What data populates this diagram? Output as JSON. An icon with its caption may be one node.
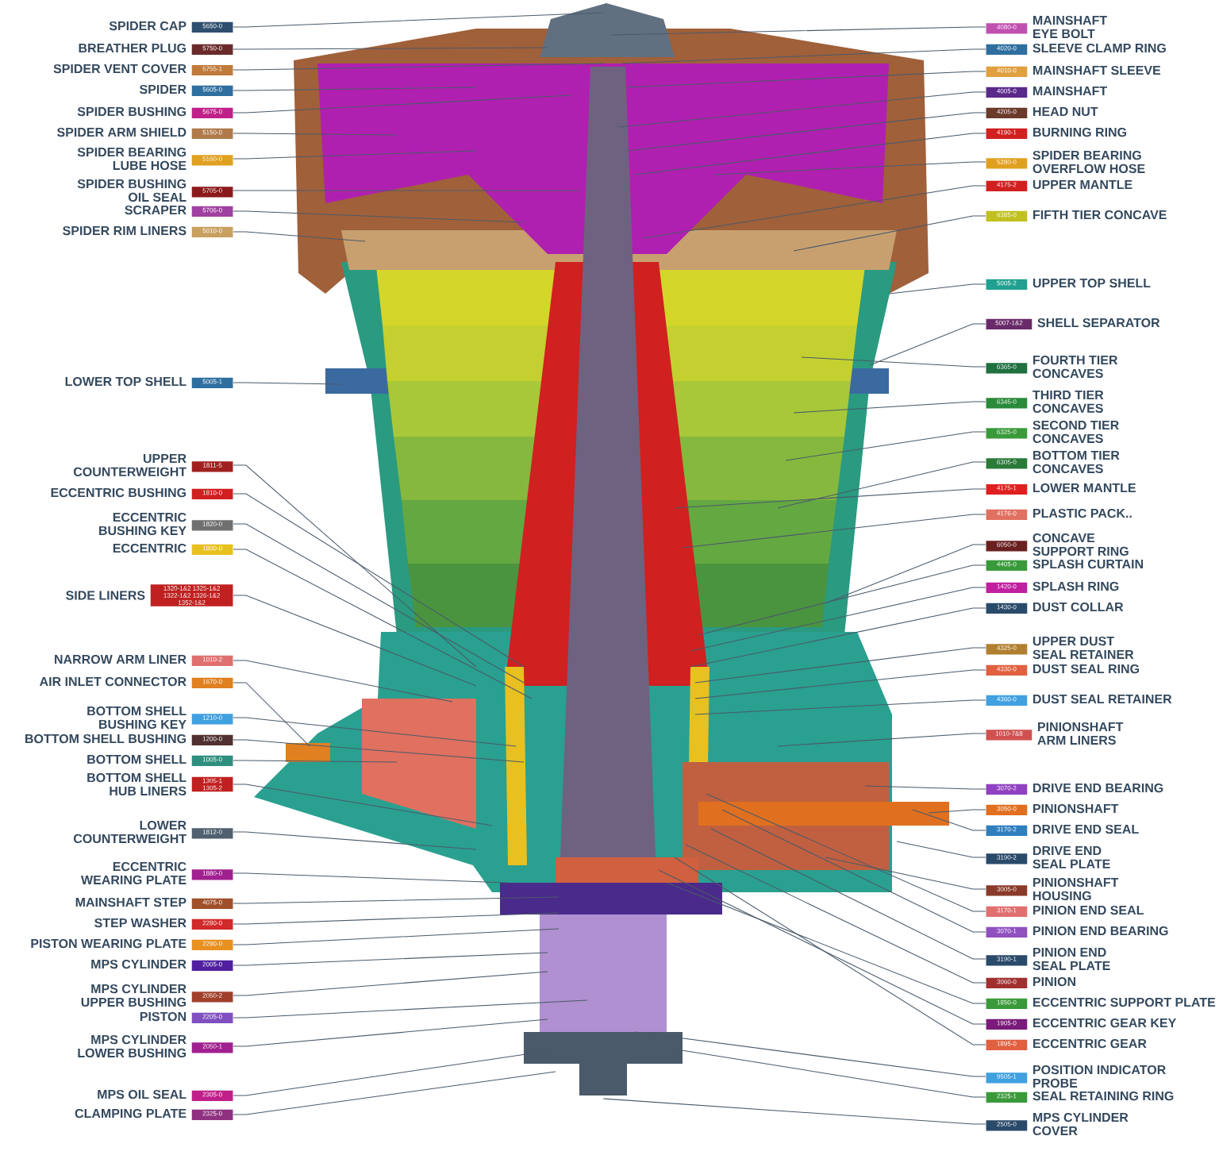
{
  "diagram": {
    "nodes": [
      {
        "text": [
          "SPIDER CAP",
          "5650-0"
        ]
      },
      {
        "text": [
          "BREATHER PLUG",
          "5750-0"
        ]
      },
      {
        "text": [
          "SPIDER VENT COVER",
          "5755-1"
        ]
      },
      {
        "text": [
          "SPIDER",
          "5605-0"
        ]
      },
      {
        "text": [
          "SPIDER BUSHING",
          "5675-0"
        ]
      },
      {
        "text": [
          "SPIDER ARM SHIELD",
          "5150-0"
        ]
      },
      {
        "text": [
          "SPIDER BEARING LUBE HOSE",
          "5160-0"
        ]
      },
      {
        "text": [
          "SPIDER BUSHING OIL SEAL",
          "5705-0"
        ]
      },
      {
        "text": [
          "SCRAPER",
          "5706-0"
        ]
      },
      {
        "text": [
          "SPIDER RIM LINERS",
          "5010-0"
        ]
      },
      {
        "text": [
          "LOWER TOP SHELL",
          "5005-1"
        ]
      },
      {
        "text": [
          "UPPER COUNTERWEIGHT",
          "1811-5"
        ]
      },
      {
        "text": [
          "ECCENTRIC BUSHING",
          "1810-0"
        ]
      },
      {
        "text": [
          "ECCENTRIC BUSHING KEY",
          "1820-0"
        ]
      },
      {
        "text": [
          "ECCENTRIC",
          "1800-0"
        ]
      },
      {
        "text": [
          "SIDE LINERS",
          "1320-1&2 1325-1&2 1322-1&2 1326-1&2 1352-1&2"
        ]
      },
      {
        "text": [
          "NARROW ARM LINER",
          "1010-2"
        ]
      },
      {
        "text": [
          "AIR INLET CONNECTOR",
          "1670-0"
        ]
      },
      {
        "text": [
          "BOTTOM SHELL BUSHING KEY",
          "1210-0"
        ]
      },
      {
        "text": [
          "BOTTOM SHELL BUSHING",
          "1200-0"
        ]
      },
      {
        "text": [
          "BOTTOM SHELL",
          "1005-0"
        ]
      },
      {
        "text": [
          "BOTTOM SHELL HUB LINERS",
          "1305-1 1305-2"
        ]
      },
      {
        "text": [
          "LOWER COUNTERWEIGHT",
          "1812-0"
        ]
      },
      {
        "text": [
          "ECCENTRIC WEARING PLATE",
          "1880-0"
        ]
      },
      {
        "text": [
          "MAINSHAFT STEP",
          "4075-0"
        ]
      },
      {
        "text": [
          "STEP WASHER",
          "2280-0"
        ]
      },
      {
        "text": [
          "PISTON WEARING PLATE",
          "2290-0"
        ]
      },
      {
        "text": [
          "MPS CYLINDER",
          "2005-0"
        ]
      },
      {
        "text": [
          "MPS CYLINDER UPPER BUSHING",
          "2050-2"
        ]
      },
      {
        "text": [
          "PISTON",
          "2205-0"
        ]
      },
      {
        "text": [
          "MPS CYLINDER LOWER BUSHING",
          "2050-1"
        ]
      },
      {
        "text": [
          "MPS OIL SEAL",
          "2305-0"
        ]
      },
      {
        "text": [
          "CLAMPING PLATE",
          "2325-0"
        ]
      },
      {
        "text": [
          "4080-0",
          "MAINSHAFT EYE BOLT"
        ]
      },
      {
        "text": [
          "4020-0",
          "SLEEVE CLAMP RING"
        ]
      },
      {
        "text": [
          "4010-0",
          "MAINSHAFT SLEEVE"
        ]
      },
      {
        "text": [
          "4005-0",
          "MAINSHAFT"
        ]
      },
      {
        "text": [
          "4205-0",
          "HEAD NUT"
        ]
      },
      {
        "text": [
          "4190-1",
          "BURNING RING"
        ]
      },
      {
        "text": [
          "5280-0",
          "SPIDER BEARING OVERFLOW HOSE"
        ]
      },
      {
        "text": [
          "4175-2",
          "UPPER MANTLE"
        ]
      },
      {
        "text": [
          "6385-0",
          "FIFTH TIER CONCAVE"
        ]
      },
      {
        "text": [
          "5005-2",
          "UPPER TOP SHELL"
        ]
      },
      {
        "text": [
          "5007-1&2",
          "SHELL SEPARATOR"
        ]
      },
      {
        "text": [
          "6365-0",
          "FOURTH TIER CONCAVES"
        ]
      },
      {
        "text": [
          "6345-0",
          "THIRD TIER CONCAVES"
        ]
      },
      {
        "text": [
          "6325-0",
          "SECOND TIER CONCAVES"
        ]
      },
      {
        "text": [
          "6305-0",
          "BOTTOM TIER CONCAVES"
        ]
      },
      {
        "text": [
          "4175-1",
          "LOWER MANTLE"
        ]
      },
      {
        "text": [
          "4176-0",
          "PLASTIC PACK.."
        ]
      },
      {
        "text": [
          "6050-0",
          "CONCAVE SUPPORT RING"
        ]
      },
      {
        "text": [
          "4405-0",
          "SPLASH CURTAIN"
        ]
      },
      {
        "text": [
          "1420-0",
          "SPLASH RING"
        ]
      },
      {
        "text": [
          "1430-0",
          "DUST COLLAR"
        ]
      },
      {
        "text": [
          "4325-0",
          "UPPER DUST SEAL RETAINER"
        ]
      },
      {
        "text": [
          "4330-0",
          "DUST SEAL RING"
        ]
      },
      {
        "text": [
          "4360-0",
          "DUST SEAL RETAINER"
        ]
      },
      {
        "text": [
          "1010-7&8",
          "PINIONSHAFT ARM LINERS"
        ]
      },
      {
        "text": [
          "3070-2",
          "DRIVE END BEARING"
        ]
      },
      {
        "text": [
          "3050-0",
          "PINIONSHAFT"
        ]
      },
      {
        "text": [
          "3170-2",
          "DRIVE END SEAL"
        ]
      },
      {
        "text": [
          "3190-2",
          "DRIVE END SEAL PLATE"
        ]
      },
      {
        "text": [
          "3005-0",
          "PINIONSHAFT HOUSING"
        ]
      },
      {
        "text": [
          "3170-1",
          "PINION END SEAL"
        ]
      },
      {
        "text": [
          "3070-1",
          "PINION END BEARING"
        ]
      },
      {
        "text": [
          "3190-1",
          "PINION END SEAL PLATE"
        ]
      },
      {
        "text": [
          "3060-0",
          "PINION"
        ]
      },
      {
        "text": [
          "1850-0",
          "ECCENTRIC SUPPORT PLATE"
        ]
      },
      {
        "text": [
          "1905-0",
          "ECCENTRIC GEAR KEY"
        ]
      },
      {
        "text": [
          "1895-0",
          "ECCENTRIC GEAR"
        ]
      },
      {
        "text": [
          "9505-1",
          "POSITION INDICATOR PROBE"
        ]
      },
      {
        "text": [
          "2325-1",
          "SEAL RETAINING RING"
        ]
      },
      {
        "text": [
          "2505-0",
          "MPS CYLINDER COVER"
        ]
      }
    ],
    "edges": [
      {
        "from": 0,
        "to": null,
        "arrow": "none"
      },
      {
        "from": 1,
        "to": null,
        "arrow": "none"
      },
      {
        "from": 2,
        "to": null,
        "arrow": "none"
      },
      {
        "from": 3,
        "to": null,
        "arrow": "none"
      },
      {
        "from": 4,
        "to": null,
        "arrow": "none"
      },
      {
        "from": 5,
        "to": null,
        "arrow": "none"
      },
      {
        "from": 6,
        "to": null,
        "arrow": "none"
      },
      {
        "from": 7,
        "to": null,
        "arrow": "none"
      },
      {
        "from": 8,
        "to": null,
        "arrow": "none"
      },
      {
        "from": 9,
        "to": null,
        "arrow": "none"
      },
      {
        "from": 10,
        "to": null,
        "arrow": "none"
      },
      {
        "from": 11,
        "to": null,
        "arrow": "none"
      },
      {
        "from": 12,
        "to": null,
        "arrow": "none"
      },
      {
        "from": 13,
        "to": null,
        "arrow": "none"
      },
      {
        "from": 14,
        "to": null,
        "arrow": "none"
      },
      {
        "from": 15,
        "to": null,
        "arrow": "none"
      },
      {
        "from": 16,
        "to": null,
        "arrow": "none"
      },
      {
        "from": 17,
        "to": null,
        "arrow": "none"
      },
      {
        "from": 18,
        "to": null,
        "arrow": "none"
      },
      {
        "from": 19,
        "to": null,
        "arrow": "none"
      },
      {
        "from": 20,
        "to": null,
        "arrow": "none"
      },
      {
        "from": 21,
        "to": null,
        "arrow": "none"
      },
      {
        "from": 22,
        "to": null,
        "arrow": "none"
      },
      {
        "from": 23,
        "to": null,
        "arrow": "none"
      },
      {
        "from": 24,
        "to": null,
        "arrow": "none"
      },
      {
        "from": 25,
        "to": null,
        "arrow": "none"
      },
      {
        "from": 26,
        "to": null,
        "arrow": "none"
      },
      {
        "from": 27,
        "to": null,
        "arrow": "none"
      },
      {
        "from": 28,
        "to": null,
        "arrow": "none"
      },
      {
        "from": 29,
        "to": null,
        "arrow": "none"
      },
      {
        "from": 30,
        "to": null,
        "arrow": "none"
      },
      {
        "from": 31,
        "to": null,
        "arrow": "none"
      },
      {
        "from": 32,
        "to": null,
        "arrow": "none"
      },
      {
        "from": 33,
        "to": null,
        "arrow": "none"
      },
      {
        "from": 34,
        "to": null,
        "arrow": "none"
      },
      {
        "from": 35,
        "to": null,
        "arrow": "none"
      },
      {
        "from": 36,
        "to": null,
        "arrow": "none"
      },
      {
        "from": 37,
        "to": null,
        "arrow": "none"
      },
      {
        "from": 38,
        "to": null,
        "arrow": "none"
      },
      {
        "from": 39,
        "to": null,
        "arrow": "none"
      },
      {
        "from": 40,
        "to": null,
        "arrow": "none"
      },
      {
        "from": 41,
        "to": null,
        "arrow": "none"
      },
      {
        "from": 42,
        "to": null,
        "arrow": "none"
      },
      {
        "from": 43,
        "to": null,
        "arrow": "none"
      },
      {
        "from": 44,
        "to": null,
        "arrow": "none"
      },
      {
        "from": 45,
        "to": null,
        "arrow": "none"
      },
      {
        "from": 46,
        "to": null,
        "arrow": "none"
      },
      {
        "from": 47,
        "to": null,
        "arrow": "none"
      },
      {
        "from": 48,
        "to": null,
        "arrow": "none"
      },
      {
        "from": 49,
        "to": null,
        "arrow": "none"
      },
      {
        "from": 50,
        "to": null,
        "arrow": "none"
      },
      {
        "from": 51,
        "to": null,
        "arrow": "none"
      },
      {
        "from": 52,
        "to": null,
        "arrow": "none"
      },
      {
        "from": 53,
        "to": null,
        "arrow": "none"
      },
      {
        "from": 54,
        "to": null,
        "arrow": "none"
      },
      {
        "from": 55,
        "to": null,
        "arrow": "none"
      },
      {
        "from": 56,
        "to": null,
        "arrow": "none"
      },
      {
        "from": 57,
        "to": null,
        "arrow": "none"
      },
      {
        "from": 58,
        "to": null,
        "arrow": "none"
      },
      {
        "from": 59,
        "to": null,
        "arrow": "none"
      },
      {
        "from": 60,
        "to": null,
        "arrow": "none"
      },
      {
        "from": 61,
        "to": null,
        "arrow": "none"
      },
      {
        "from": 62,
        "to": null,
        "arrow": "none"
      },
      {
        "from": 63,
        "to": null,
        "arrow": "none"
      },
      {
        "from": 64,
        "to": null,
        "arrow": "none"
      },
      {
        "from": 65,
        "to": null,
        "arrow": "none"
      },
      {
        "from": 66,
        "to": null,
        "arrow": "none"
      },
      {
        "from": 67,
        "to": null,
        "arrow": "none"
      },
      {
        "from": 68,
        "to": null,
        "arrow": "none"
      },
      {
        "from": 69,
        "to": null,
        "arrow": "none"
      },
      {
        "from": 70,
        "to": null,
        "arrow": "none"
      },
      {
        "from": 71,
        "to": null,
        "arrow": "none"
      },
      {
        "from": 72,
        "to": null,
        "arrow": "none"
      }
    ]
  }
}
